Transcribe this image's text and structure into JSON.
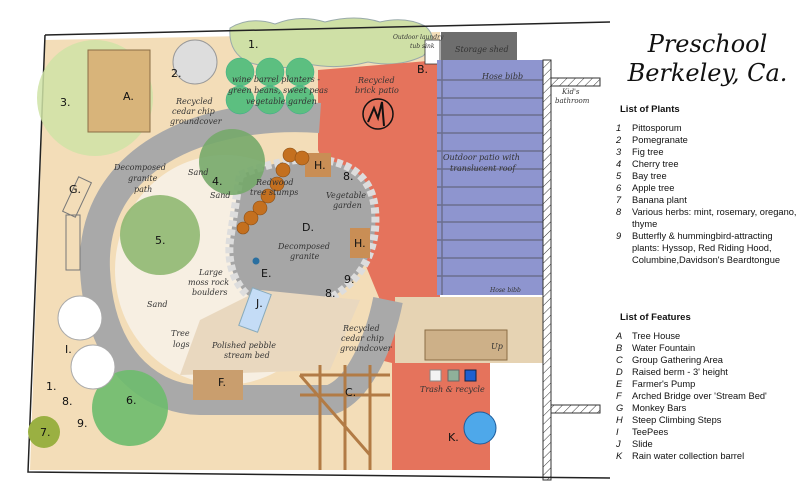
{
  "title": {
    "line1": "Preschool",
    "line2": "Berkeley, Ca."
  },
  "plants": {
    "heading": "List of Plants",
    "items": [
      {
        "key": "1",
        "label": "Pittosporum"
      },
      {
        "key": "2",
        "label": "Pomegranate"
      },
      {
        "key": "3",
        "label": "Fig tree"
      },
      {
        "key": "4",
        "label": "Cherry tree"
      },
      {
        "key": "5",
        "label": "Bay tree"
      },
      {
        "key": "6",
        "label": "Apple tree"
      },
      {
        "key": "7",
        "label": "Banana plant"
      },
      {
        "key": "8",
        "label": "Various herbs: mint, rosemary, oregano, thyme"
      },
      {
        "key": "9",
        "label": "Butterfly & hummingbird-attracting plants: Hyssop, Red Riding Hood, Columbine,Davidson's Beardtongue"
      }
    ]
  },
  "features": {
    "heading": "List of Features",
    "items": [
      {
        "key": "A",
        "label": "Tree House"
      },
      {
        "key": "B",
        "label": "Water Fountain"
      },
      {
        "key": "C",
        "label": "Group Gathering Area"
      },
      {
        "key": "D",
        "label": "Raised berm - 3' height"
      },
      {
        "key": "E",
        "label": "Farmer's Pump"
      },
      {
        "key": "F",
        "label": "Arched Bridge over 'Stream Bed'"
      },
      {
        "key": "G",
        "label": "Monkey Bars"
      },
      {
        "key": "H",
        "label": "Steep Climbing Steps"
      },
      {
        "key": "I",
        "label": "TeePees"
      },
      {
        "key": "J",
        "label": "Slide"
      },
      {
        "key": "K",
        "label": "Rain water collection barrel"
      }
    ]
  },
  "map": {
    "markers": {
      "p1a": "1.",
      "p1b": "1.",
      "p2": "2.",
      "p3": "3.",
      "p4": "4.",
      "p5": "5.",
      "p6": "6.",
      "p7": "7.",
      "p8a": "8.",
      "p8b": "8.",
      "p8c": "8.",
      "p9a": "9.",
      "p9b": "9.",
      "A": "A.",
      "B": "B.",
      "C": "C.",
      "D": "D.",
      "E": "E.",
      "F": "F.",
      "G": "G.",
      "H1": "H.",
      "H2": "H.",
      "I": "I.",
      "J": "J.",
      "K": "K."
    },
    "notes": {
      "planters1": "wine barrel planters -",
      "planters2": "green beans, sweet peas",
      "planters3": "vegetable garden",
      "cedar1a": "Recycled",
      "cedar1b": "cedar chip",
      "cedar1c": "groundcover",
      "cedar2a": "Recycled",
      "cedar2b": "cedar chip",
      "cedar2c": "groundcover",
      "granitepath1": "Decomposed",
      "granitepath2": "granite",
      "granitepath3": "path",
      "sand1": "Sand",
      "sand2": "Sand",
      "sand3": "Sand",
      "stumps1": "Redwood",
      "stumps2": "tree stumps",
      "granite1": "Decomposed",
      "granite2": "granite",
      "vegg1": "Vegetable",
      "vegg2": "garden",
      "boulders1": "Large",
      "boulders2": "moss rock",
      "boulders3": "boulders",
      "logs1": "Tree",
      "logs2": "logs",
      "stream1": "Polished pebble",
      "stream2": "stream bed",
      "brick1": "Recycled",
      "brick2": "brick patio",
      "laundry1": "Outdoor laundry",
      "laundry2": "tub sink",
      "shed": "Storage shed",
      "hose1": "Hose bibb",
      "hose2": "Hose bibb",
      "roof1": "Outdoor patio with",
      "roof2": "translucent roof",
      "bathroom1": "Kid's",
      "bathroom2": "bathroom",
      "up": "Up",
      "trash": "Trash & recycle"
    }
  }
}
